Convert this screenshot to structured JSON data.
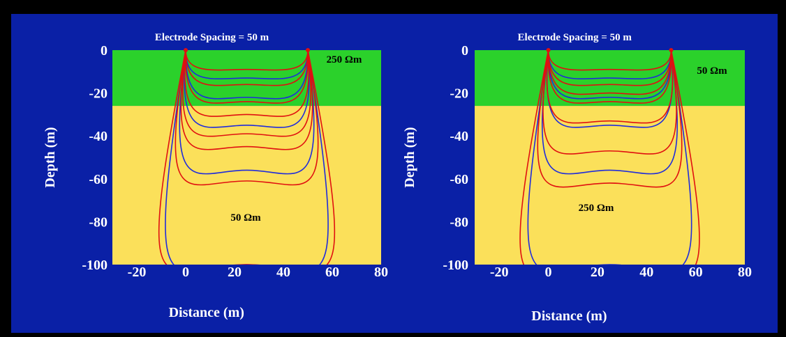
{
  "colors": {
    "background": "#0a20a6",
    "top_layer": "#2bd12b",
    "bottom_layer": "#fbe05a",
    "series_blue": "#1f2bdc",
    "series_red": "#e01010"
  },
  "chart_data": [
    {
      "type": "line",
      "title": "Electrode Spacing = 50 m",
      "xlabel": "Distance (m)",
      "ylabel": "Depth (m)",
      "xlim": [
        -30,
        80
      ],
      "ylim": [
        -100,
        0
      ],
      "xticks": [
        -20,
        0,
        20,
        40,
        60,
        80
      ],
      "yticks": [
        0,
        -20,
        -40,
        -60,
        -80,
        -100
      ],
      "grid": false,
      "electrodes_x": [
        0,
        50
      ],
      "layers": [
        {
          "label": "250 Ωm",
          "depth_from": 0,
          "depth_to": -26,
          "color": "#2bd12b"
        },
        {
          "label": "50 Ωm",
          "depth_from": -26,
          "depth_to": -100,
          "color": "#fbe05a"
        }
      ],
      "series": [
        {
          "color": "#1f2bdc",
          "depths": [
            -13,
            -22,
            -35,
            -56,
            -100
          ]
        },
        {
          "color": "#e01010",
          "depths": [
            -9,
            -16,
            -24,
            -30,
            -39,
            -45,
            -61,
            -100
          ]
        }
      ]
    },
    {
      "type": "line",
      "title": "Electrode Spacing = 50 m",
      "xlabel": "Distance (m)",
      "ylabel": "Depth (m)",
      "xlim": [
        -30,
        80
      ],
      "ylim": [
        -100,
        0
      ],
      "xticks": [
        -20,
        0,
        20,
        40,
        60,
        80
      ],
      "yticks": [
        0,
        -20,
        -40,
        -60,
        -80,
        -100
      ],
      "grid": false,
      "electrodes_x": [
        0,
        50
      ],
      "layers": [
        {
          "label": "50 Ωm",
          "depth_from": 0,
          "depth_to": -26,
          "color": "#2bd12b"
        },
        {
          "label": "250 Ωm",
          "depth_from": -26,
          "depth_to": -100,
          "color": "#fbe05a"
        }
      ],
      "series": [
        {
          "color": "#1f2bdc",
          "depths": [
            -13,
            -22,
            -35,
            -56,
            -100
          ]
        },
        {
          "color": "#e01010",
          "depths": [
            -9,
            -16,
            -20,
            -24,
            -33,
            -47,
            -62,
            -103
          ]
        }
      ]
    }
  ]
}
